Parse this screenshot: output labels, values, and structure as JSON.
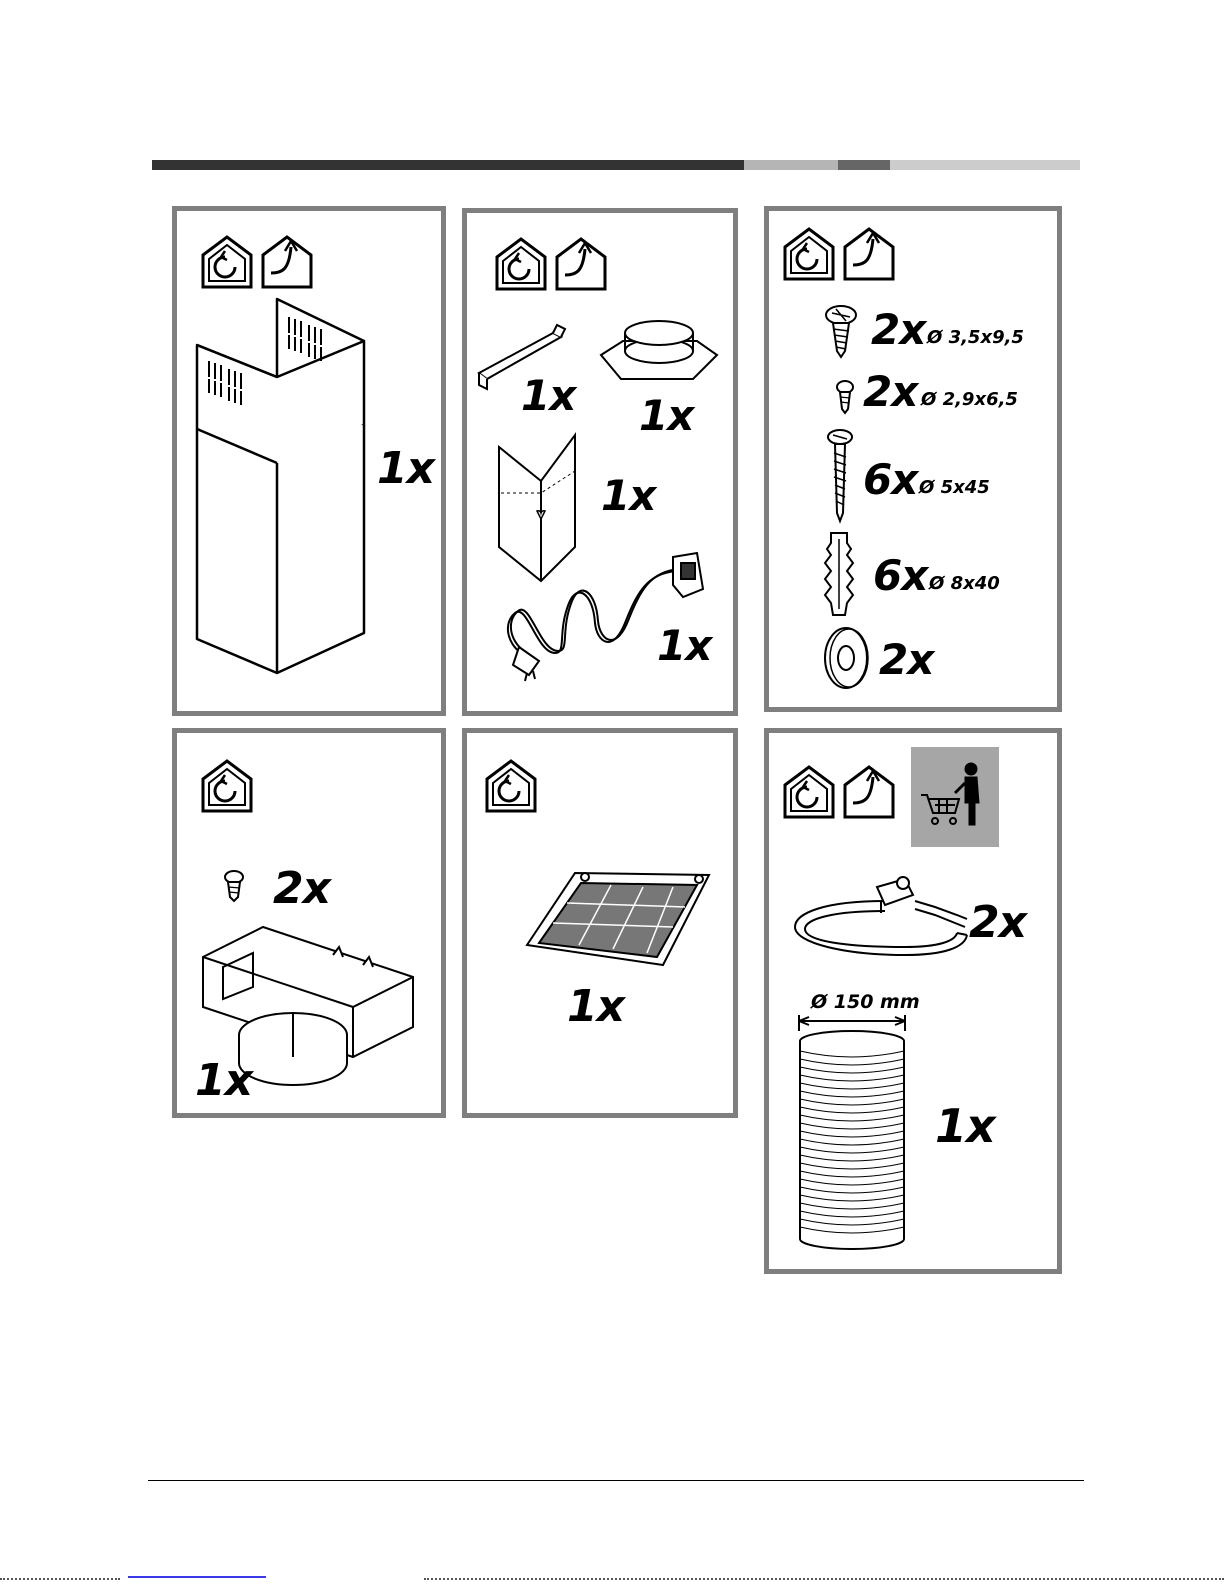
{
  "header": {
    "bar_colors": [
      "#333333",
      "#b5b5b5",
      "#666666",
      "#cccccc"
    ]
  },
  "icons": {
    "recirculation": "recirculation-mode-icon",
    "extraction": "extraction-mode-icon",
    "purchase": "purchase-separately-icon"
  },
  "panels": {
    "chimney": {
      "qty": "1x"
    },
    "brackets": {
      "bracket_qty": "1x",
      "flange_qty": "1x",
      "template_qty": "1x",
      "cable_qty": "1x"
    },
    "screws": {
      "items": [
        {
          "qty": "2x",
          "dim": "Ø 3,5x9,5"
        },
        {
          "qty": "2x",
          "dim": "Ø 2,9x6,5"
        },
        {
          "qty": "6x",
          "dim": "Ø 5x45"
        },
        {
          "qty": "6x",
          "dim": "Ø 8x40"
        },
        {
          "qty": "2x",
          "dim": ""
        }
      ]
    },
    "deflector": {
      "screw_qty": "2x",
      "box_qty": "1x"
    },
    "filter": {
      "qty": "1x"
    },
    "duct": {
      "clamp_qty": "2x",
      "diameter": "Ø 150 mm",
      "duct_qty": "1x"
    }
  }
}
